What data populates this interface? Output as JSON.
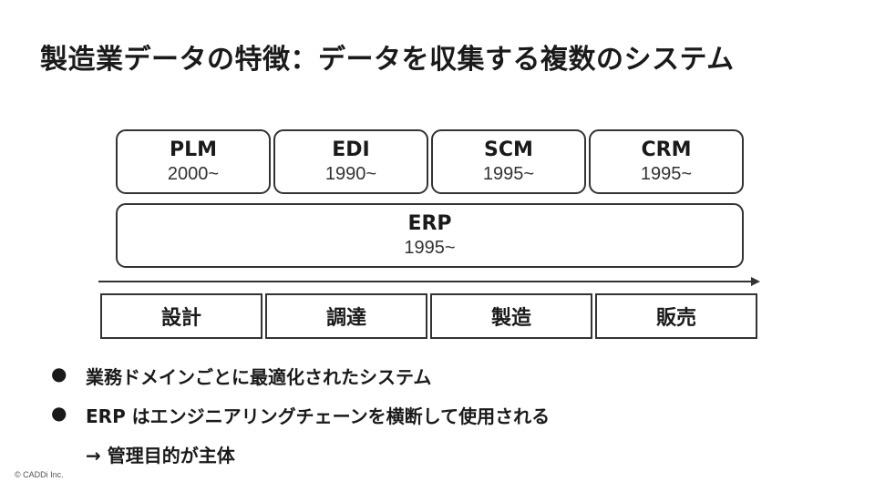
{
  "title": "製造業データの特徴：データを収集する複数のシステム",
  "systems": [
    {
      "name": "PLM",
      "year": "2000~"
    },
    {
      "name": "EDI",
      "year": "1990~"
    },
    {
      "name": "SCM",
      "year": "1995~"
    },
    {
      "name": "CRM",
      "year": "1995~"
    }
  ],
  "erp": {
    "name": "ERP",
    "year": "1995~"
  },
  "stages": [
    "設計",
    "調達",
    "製造",
    "販売"
  ],
  "bullets": [
    {
      "marker": "●",
      "text": "業務ドメインごとに最適化されたシステム"
    },
    {
      "marker": "●",
      "text": "ERP はエンジニアリングチェーンを横断して使用される"
    },
    {
      "marker": "",
      "text": "→ 管理目的が主体"
    }
  ],
  "footer": {
    "copyright": "© CADDi Inc."
  }
}
